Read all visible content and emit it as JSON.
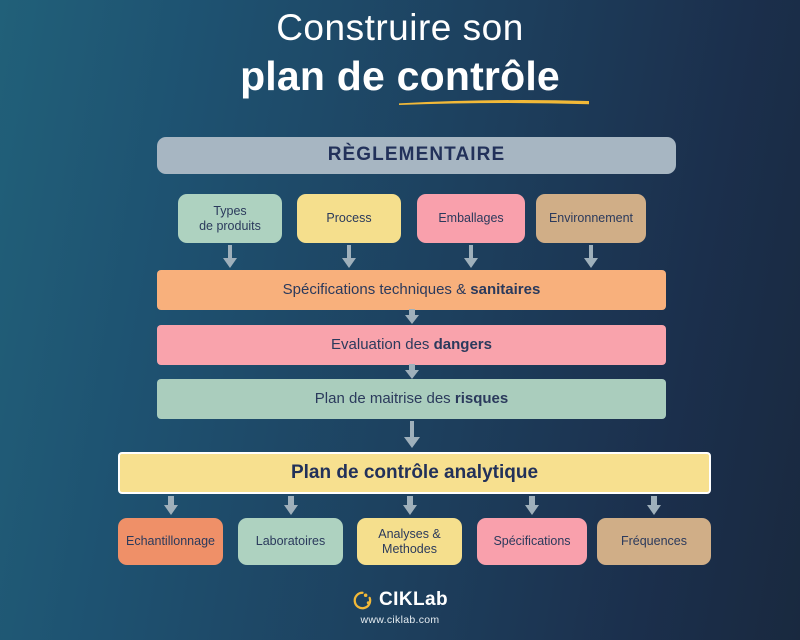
{
  "title": {
    "line1": "Construire son",
    "line2": "plan de contrôle",
    "underline_color": "#f2b938"
  },
  "flow": {
    "banner": {
      "label": "RÈGLEMENTAIRE",
      "color": "#a7b6c2"
    },
    "sources": [
      {
        "label": "Types\nde produits",
        "line1": "Types",
        "line2": "de produits",
        "color": "#aed2c0"
      },
      {
        "label": "Process",
        "line1": "Process",
        "line2": "",
        "color": "#f5df8d"
      },
      {
        "label": "Emballages",
        "line1": "Emballages",
        "line2": "",
        "color": "#f9a0ac"
      },
      {
        "label": "Environnement",
        "line1": "Environnement",
        "line2": "",
        "color": "#d0ae87"
      }
    ],
    "stages": [
      {
        "text_plain": "Spécifications techniques & ",
        "text_bold": "sanitaires",
        "color": "#f8b07c"
      },
      {
        "text_plain": "Evaluation des ",
        "text_bold": "dangers",
        "color": "#f9a3ac"
      },
      {
        "text_plain": "Plan de maitrise des ",
        "text_bold": "risques",
        "color": "#aacdbd"
      }
    ],
    "main_bar": {
      "label": "Plan de contrôle analytique",
      "color": "#f7e08f",
      "border_color": "#ffffff"
    },
    "outputs": [
      {
        "line1": "Echantillonnage",
        "line2": "",
        "color": "#ef9068"
      },
      {
        "line1": "Laboratoires",
        "line2": "",
        "color": "#aed2c0"
      },
      {
        "line1": "Analyses &",
        "line2": "Methodes",
        "color": "#f5df8d"
      },
      {
        "line1": "Spécifications",
        "line2": "",
        "color": "#f9a0ac"
      },
      {
        "line1": "Fréquences",
        "line2": "",
        "color": "#d0ae87"
      }
    ],
    "arrow_color": "#9fb0bb"
  },
  "footer": {
    "brand": "CIKLab",
    "url": "www.ciklab.com",
    "logo_color": "#f2b938"
  },
  "background": {
    "from": "#216079",
    "to": "#19293f"
  }
}
